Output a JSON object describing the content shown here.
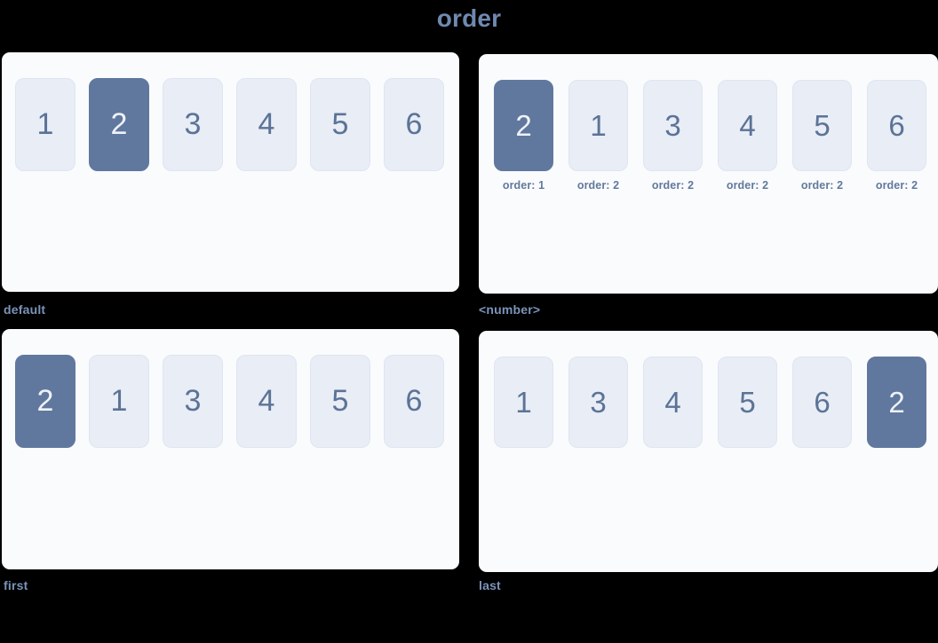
{
  "title": "order",
  "colors": {
    "background": "#000000",
    "panel": "#fafbfd",
    "item_bg": "#e8edf6",
    "item_text": "#5b7396",
    "item_highlight_bg": "#60789e",
    "item_highlight_text": "#eef2f8",
    "title_text": "#6f89b0",
    "caption_text": "#7b93b8",
    "order_label_text": "#62799c"
  },
  "panels": [
    {
      "caption": "default",
      "show_order_labels": false,
      "items": [
        {
          "label": "1",
          "highlight": false
        },
        {
          "label": "2",
          "highlight": true
        },
        {
          "label": "3",
          "highlight": false
        },
        {
          "label": "4",
          "highlight": false
        },
        {
          "label": "5",
          "highlight": false
        },
        {
          "label": "6",
          "highlight": false
        }
      ]
    },
    {
      "caption": "<number>",
      "show_order_labels": true,
      "items": [
        {
          "label": "2",
          "highlight": true,
          "order_label": "order: 1"
        },
        {
          "label": "1",
          "highlight": false,
          "order_label": "order: 2"
        },
        {
          "label": "3",
          "highlight": false,
          "order_label": "order: 2"
        },
        {
          "label": "4",
          "highlight": false,
          "order_label": "order: 2"
        },
        {
          "label": "5",
          "highlight": false,
          "order_label": "order: 2"
        },
        {
          "label": "6",
          "highlight": false,
          "order_label": "order: 2"
        }
      ]
    },
    {
      "caption": "first",
      "show_order_labels": false,
      "items": [
        {
          "label": "2",
          "highlight": true
        },
        {
          "label": "1",
          "highlight": false
        },
        {
          "label": "3",
          "highlight": false
        },
        {
          "label": "4",
          "highlight": false
        },
        {
          "label": "5",
          "highlight": false
        },
        {
          "label": "6",
          "highlight": false
        }
      ]
    },
    {
      "caption": "last",
      "show_order_labels": false,
      "items": [
        {
          "label": "1",
          "highlight": false
        },
        {
          "label": "3",
          "highlight": false
        },
        {
          "label": "4",
          "highlight": false
        },
        {
          "label": "5",
          "highlight": false
        },
        {
          "label": "6",
          "highlight": false
        },
        {
          "label": "2",
          "highlight": true
        }
      ]
    }
  ]
}
